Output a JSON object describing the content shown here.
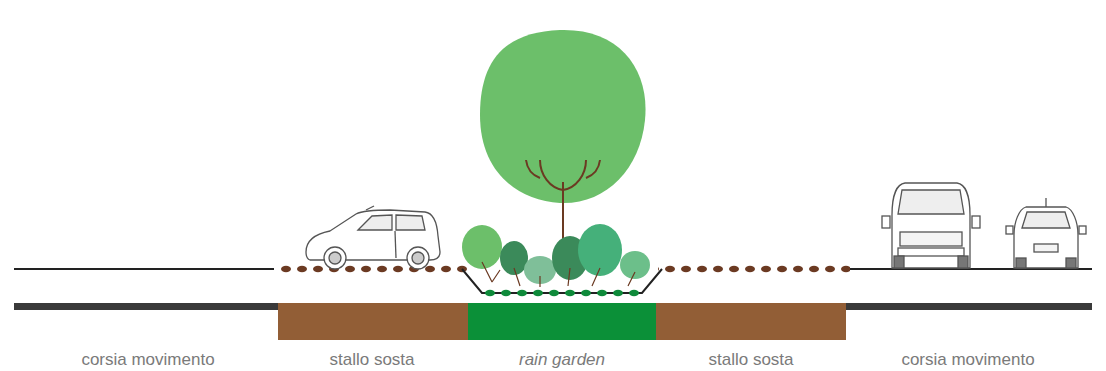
{
  "diagram": {
    "labels": [
      "corsia movimento",
      "stallo sosta",
      "rain garden",
      "stallo sosta",
      "corsia movimento"
    ]
  }
}
